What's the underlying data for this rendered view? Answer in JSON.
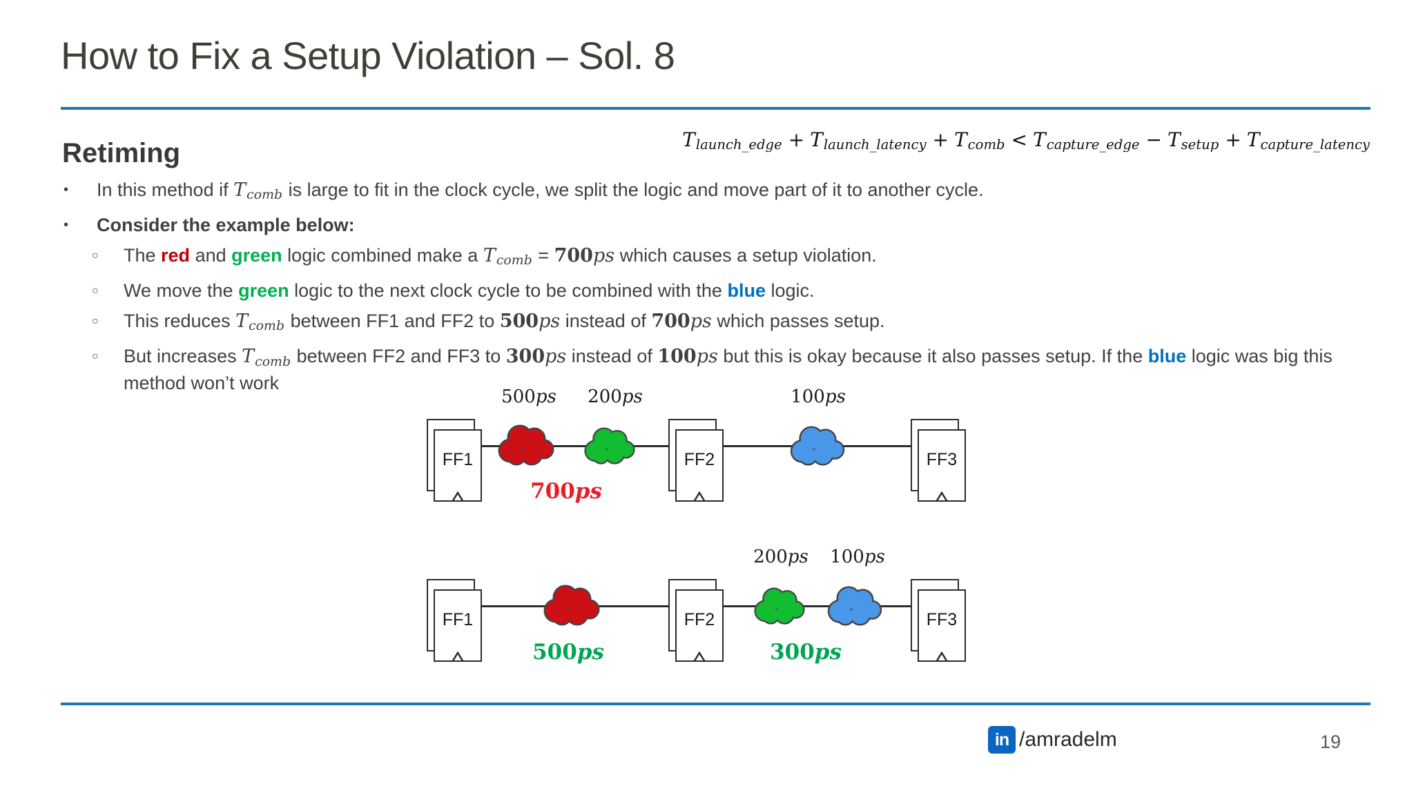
{
  "slide": {
    "title": "How to Fix a Setup Violation – Sol. 8",
    "section_heading": "Retiming",
    "page_number": "19",
    "footer_handle": "/amradelm",
    "linkedin_icon_text": "in"
  },
  "colors": {
    "accent_blue": "#1b75bc",
    "title_text": "#403e35",
    "body_text": "#404040",
    "word_red": "#c00000",
    "word_green": "#00b050",
    "word_blue": "#0070c0",
    "cloud_red": "#cd1016",
    "cloud_green": "#12bd32",
    "cloud_blue": "#4a96e8",
    "cloud_outline": "#454545",
    "delay_red": "#ed1c24",
    "delay_green": "#00a651",
    "linkedin_blue": "#0a66c2"
  },
  "formula": {
    "segments": [
      {
        "v": "T",
        "sub": "launch_edge"
      },
      {
        "op": "+"
      },
      {
        "v": "T",
        "sub": "launch_latency"
      },
      {
        "op": "+"
      },
      {
        "v": "T",
        "sub": "comb"
      },
      {
        "op": "<"
      },
      {
        "v": "T",
        "sub": "capture_edge"
      },
      {
        "op": "−"
      },
      {
        "v": "T",
        "sub": "setup"
      },
      {
        "op": "+"
      },
      {
        "v": "T",
        "sub": "capture_latency"
      }
    ]
  },
  "bullets": [
    {
      "level": 1,
      "marker": "•",
      "segments": [
        {
          "t": "In this method if "
        },
        {
          "v": "T",
          "sub": "comb"
        },
        {
          "t": " is large to fit in the clock cycle, we split the logic and move part of it to another cycle."
        }
      ]
    },
    {
      "level": 1,
      "marker": "•",
      "segments": [
        {
          "t": "Consider the example below:",
          "c": "b"
        }
      ]
    },
    {
      "level": 2,
      "marker": "○",
      "segments": [
        {
          "t": "The "
        },
        {
          "t": "red",
          "c": "b red"
        },
        {
          "t": " and "
        },
        {
          "t": "green",
          "c": "b green"
        },
        {
          "t": " logic combined make a "
        },
        {
          "v": "T",
          "sub": "comb"
        },
        {
          "t": " = "
        },
        {
          "t": "700",
          "c": "num"
        },
        {
          "t": "ps",
          "c": "ps"
        },
        {
          "t": " which causes a setup violation."
        }
      ]
    },
    {
      "level": 2,
      "marker": "○",
      "segments": [
        {
          "t": "We move the "
        },
        {
          "t": "green",
          "c": "b green"
        },
        {
          "t": " logic to the next clock cycle to be combined with the "
        },
        {
          "t": "blue",
          "c": "b blue"
        },
        {
          "t": " logic."
        }
      ]
    },
    {
      "level": 2,
      "marker": "○",
      "segments": [
        {
          "t": "This reduces "
        },
        {
          "v": "T",
          "sub": "comb"
        },
        {
          "t": " between FF1 and FF2 to "
        },
        {
          "t": "500",
          "c": "num"
        },
        {
          "t": "ps",
          "c": "ps"
        },
        {
          "t": " instead of "
        },
        {
          "t": "700",
          "c": "num"
        },
        {
          "t": "ps",
          "c": "ps"
        },
        {
          "t": " which passes setup."
        }
      ]
    },
    {
      "level": 2,
      "marker": "○",
      "segments": [
        {
          "t": "But increases "
        },
        {
          "v": "T",
          "sub": "comb"
        },
        {
          "t": " between FF2 and FF3 to "
        },
        {
          "t": "300",
          "c": "num"
        },
        {
          "t": "ps",
          "c": "ps"
        },
        {
          "t": " instead of "
        },
        {
          "t": "100",
          "c": "num"
        },
        {
          "t": "ps",
          "c": "ps"
        },
        {
          "t": " but this is okay because it also passes setup. If the "
        },
        {
          "t": "blue",
          "c": "b blue"
        },
        {
          "t": " logic was big this method won’t work"
        }
      ]
    }
  ],
  "diagrams": {
    "d1": {
      "ffs": [
        "FF1",
        "FF2",
        "FF3"
      ],
      "cloud_labels": [
        {
          "value": "500",
          "unit": "ps"
        },
        {
          "value": "200",
          "unit": "ps"
        },
        {
          "value": "100",
          "unit": "ps"
        }
      ],
      "delay_labels": [
        {
          "value": "700",
          "unit": "ps"
        }
      ]
    },
    "d2": {
      "ffs": [
        "FF1",
        "FF2",
        "FF3"
      ],
      "cloud_labels": [
        {
          "value": "200",
          "unit": "ps"
        },
        {
          "value": "100",
          "unit": "ps"
        }
      ],
      "delay_labels": [
        {
          "value": "500",
          "unit": "ps"
        },
        {
          "value": "300",
          "unit": "ps"
        }
      ]
    }
  }
}
